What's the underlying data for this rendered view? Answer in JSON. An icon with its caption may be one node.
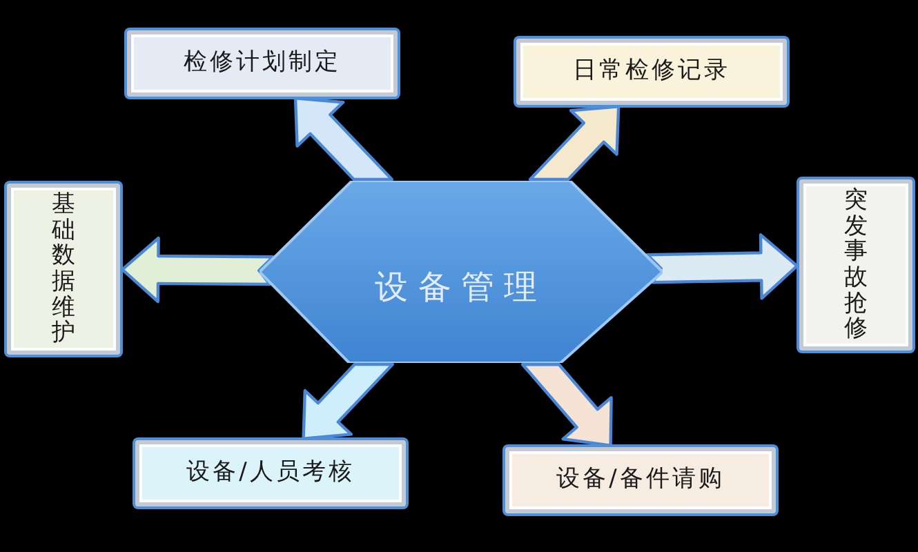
{
  "diagram": {
    "nodes": [
      {
        "text": [
          "设备管理"
        ]
      },
      {
        "text": [
          "检修计划制定"
        ]
      },
      {
        "text": [
          "日常检修记录"
        ]
      },
      {
        "text": [
          "基础数据维护"
        ]
      },
      {
        "text": [
          "突发事故抢修"
        ]
      },
      {
        "text": [
          "设备/人员考核"
        ]
      },
      {
        "text": [
          "设备/备件请购"
        ]
      }
    ],
    "edges": [
      {
        "from": 0,
        "to": 1,
        "arrow": "to"
      },
      {
        "from": 0,
        "to": 2,
        "arrow": "to"
      },
      {
        "from": 0,
        "to": 3,
        "arrow": "to"
      },
      {
        "from": 0,
        "to": 4,
        "arrow": "to"
      },
      {
        "from": 0,
        "to": 5,
        "arrow": "to"
      },
      {
        "from": 0,
        "to": 6,
        "arrow": "to"
      }
    ]
  }
}
